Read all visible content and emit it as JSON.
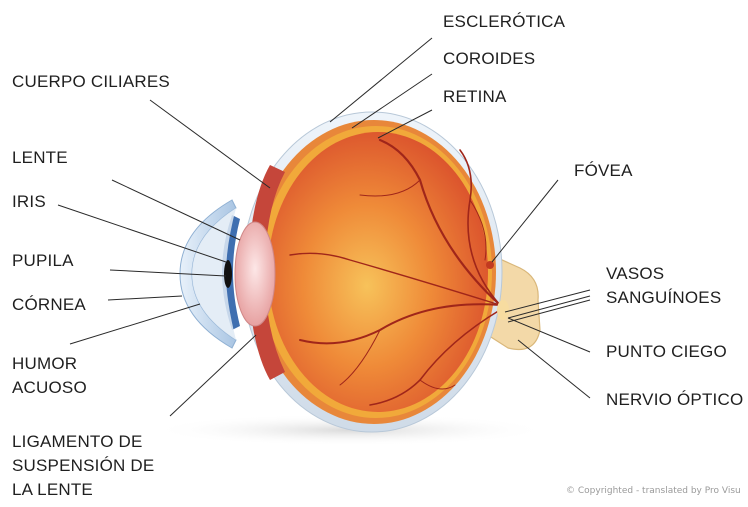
{
  "labels": {
    "esclerotica": "ESCLERÓTICA",
    "coroides": "COROIDES",
    "retina": "RETINA",
    "cuerpo_ciliares": "CUERPO CILIARES",
    "lente": "LENTE",
    "iris": "IRIS",
    "pupila": "PUPILA",
    "cornea": "CÓRNEA",
    "humor_acuoso_1": "HUMOR",
    "humor_acuoso_2": "ACUOSO",
    "ligamento_1": "LIGAMENTO DE",
    "ligamento_2": "SUSPENSIÓN DE",
    "ligamento_3": "LA LENTE",
    "fovea": "FÓVEA",
    "vasos_1": "VASOS",
    "vasos_2": "SANGUÍNOES",
    "punto_ciego": "PUNTO CIEGO",
    "nervio_optico": "NERVIO ÓPTICO"
  },
  "copyright": "© Copyrighted - translated by Pro Visu",
  "colors": {
    "sclera": "#d9e6f2",
    "choroid": "#e8873a",
    "retina_inner": "#f4b23a",
    "vitreous": "#e8552a",
    "vessel": "#a0261a",
    "cornea": "#c8dcef",
    "iris": "#3f6fb0",
    "lens": "#f0b8b8",
    "nerve": "#f3d9a8",
    "leader": "#2a2a2a"
  }
}
